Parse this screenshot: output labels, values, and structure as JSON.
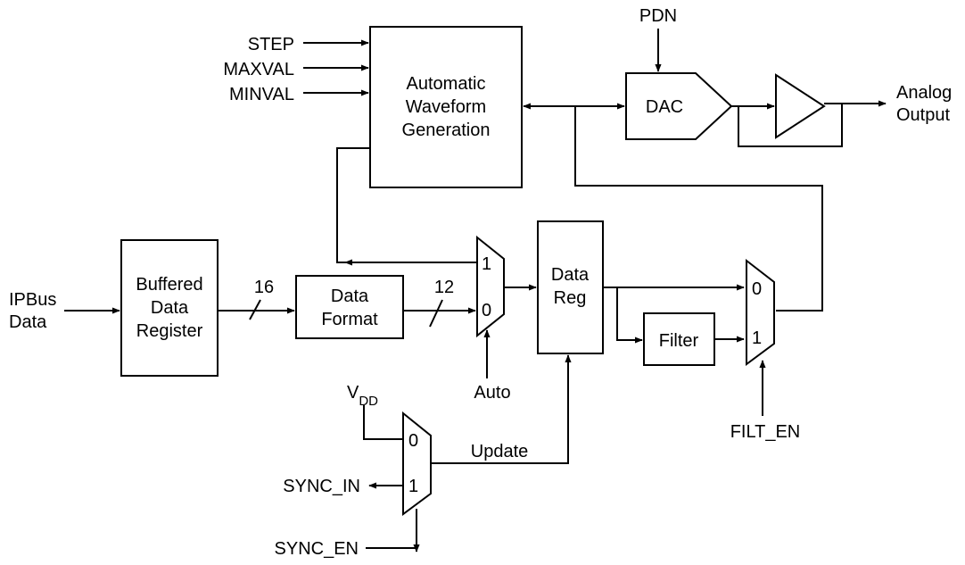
{
  "inputs": {
    "step": "STEP",
    "maxval": "MAXVAL",
    "minval": "MINVAL",
    "pdn": "PDN",
    "ipbus_line1": "IPBus",
    "ipbus_line2": "Data",
    "auto": "Auto",
    "filt_en": "FILT_EN",
    "vdd_main": "V",
    "vdd_sub": "DD",
    "sync_in": "SYNC_IN",
    "sync_en": "SYNC_EN"
  },
  "blocks": {
    "awg_line1": "Automatic",
    "awg_line2": "Waveform",
    "awg_line3": "Generation",
    "dac": "DAC",
    "buffered_line1": "Buffered",
    "buffered_line2": "Data",
    "buffered_line3": "Register",
    "format_line1": "Data",
    "format_line2": "Format",
    "datareg_line1": "Data",
    "datareg_line2": "Reg",
    "filter": "Filter"
  },
  "mux_labels": {
    "one": "1",
    "zero": "0"
  },
  "bus_widths": {
    "buffered_to_format": "16",
    "format_to_mux": "12"
  },
  "signals": {
    "update": "Update"
  },
  "outputs": {
    "analog_line1": "Analog",
    "analog_line2": "Output"
  }
}
